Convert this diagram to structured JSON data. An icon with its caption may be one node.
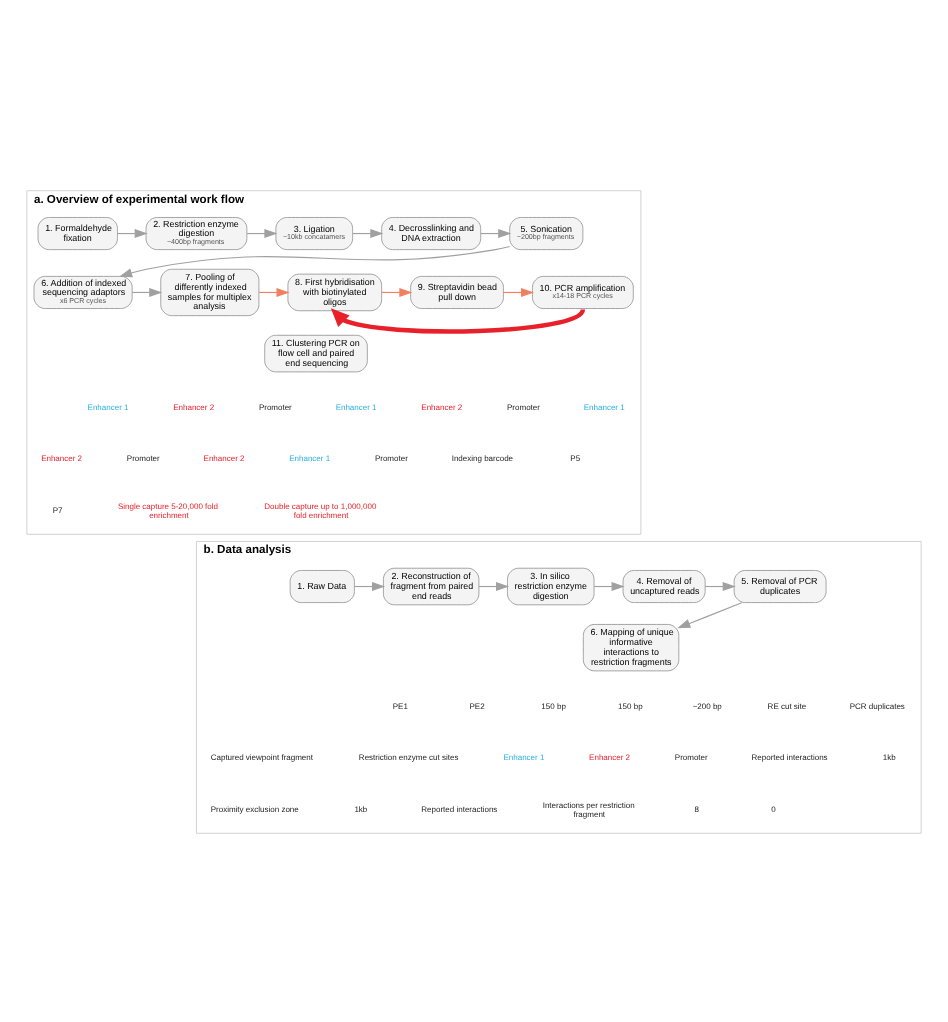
{
  "diagram": {
    "nodes": [
      {
        "text": [
          "a. Overview of experimental work flow"
        ]
      },
      {
        "text": [
          "1. Formaldehyde fixation"
        ],
        "in": 0
      },
      {
        "text": [
          "2. Restriction enzyme digestion",
          "~400bp fragments"
        ],
        "in": 0
      },
      {
        "text": [
          "3. Ligation",
          "~10kb concatamers"
        ],
        "in": 0
      },
      {
        "text": [
          "4. Decrosslinking and DNA extraction"
        ],
        "in": 0
      },
      {
        "text": [
          "5. Sonication",
          "~200bp fragments"
        ],
        "in": 0
      },
      {
        "text": [
          "6. Addition of indexed sequencing adaptors",
          "x6 PCR cycles"
        ],
        "in": 0
      },
      {
        "text": [
          "7. Pooling of differently indexed samples for multiplex analysis"
        ],
        "in": 0
      },
      {
        "text": [
          "8. First hybridisation with biotinylated oligos"
        ],
        "in": 0
      },
      {
        "text": [
          "9. Streptavidin bead pull down"
        ],
        "in": 0
      },
      {
        "text": [
          "10. PCR amplification",
          "x14-18 PCR cycles"
        ],
        "in": 0
      },
      {
        "text": [
          "11. Clustering PCR on flow cell and paired end sequencing"
        ],
        "in": 0
      },
      {
        "text": [
          "b. Data analysis"
        ]
      },
      {
        "text": [
          "1. Raw Data"
        ],
        "in": 12
      },
      {
        "text": [
          "2. Reconstruction of fragment from paired end reads"
        ],
        "in": 12
      },
      {
        "text": [
          "3. In silico restriction enzyme digestion"
        ],
        "in": 12
      },
      {
        "text": [
          "4. Removal of uncaptured reads"
        ],
        "in": 12
      },
      {
        "text": [
          "5. Removal of PCR duplicates"
        ],
        "in": 12
      },
      {
        "text": [
          "6. Mapping of unique informative interactions to restriction fragments"
        ],
        "in": 12
      }
    ],
    "edges": [
      {
        "from": 1,
        "to": 2,
        "arrow": "to"
      },
      {
        "from": 2,
        "to": 3,
        "arrow": "to"
      },
      {
        "from": 3,
        "to": 4,
        "arrow": "to"
      },
      {
        "from": 4,
        "to": 5,
        "arrow": "to"
      },
      {
        "from": 5,
        "to": 6,
        "arrow": "to"
      },
      {
        "from": 6,
        "to": 7,
        "arrow": "to"
      },
      {
        "from": 7,
        "to": 8,
        "arrow": "to",
        "color": "#f08060"
      },
      {
        "from": 8,
        "to": 9,
        "arrow": "to",
        "color": "#f08060"
      },
      {
        "from": 9,
        "to": 10,
        "arrow": "to",
        "color": "#f08060"
      },
      {
        "from": 10,
        "to": 8,
        "arrow": "to",
        "style": "thick",
        "color": "#e8202a"
      },
      {
        "from": 13,
        "to": 14,
        "arrow": "to"
      },
      {
        "from": 14,
        "to": 15,
        "arrow": "to"
      },
      {
        "from": 15,
        "to": 16,
        "arrow": "to"
      },
      {
        "from": 16,
        "to": 17,
        "arrow": "to"
      },
      {
        "from": 17,
        "to": 18,
        "arrow": "to"
      }
    ],
    "labels": [
      "Enhancer 1",
      "Enhancer 2",
      "Promoter",
      "Enhancer 1",
      "Enhancer 2",
      "Promoter",
      "Enhancer 1",
      "Enhancer 2",
      "Promoter",
      "Enhancer 2",
      "Enhancer 1",
      "Promoter",
      "Indexing barcode",
      "P5",
      "P7",
      "Single capture 5-20,000 fold enrichment",
      "Double capture up to 1,000,000 fold enrichment",
      "PE1",
      "PE2",
      "150 bp",
      "150 bp",
      "~200 bp",
      "RE cut site",
      "PCR duplicates",
      "Captured viewpoint fragment",
      "Restriction enzyme cut sites",
      "Enhancer 1",
      "Enhancer 2",
      "Promoter",
      "Reported interactions",
      "1kb",
      "Proximity exclusion zone",
      "1kb",
      "Reported interactions",
      "Interactions per restriction fragment",
      "8",
      "0"
    ]
  }
}
